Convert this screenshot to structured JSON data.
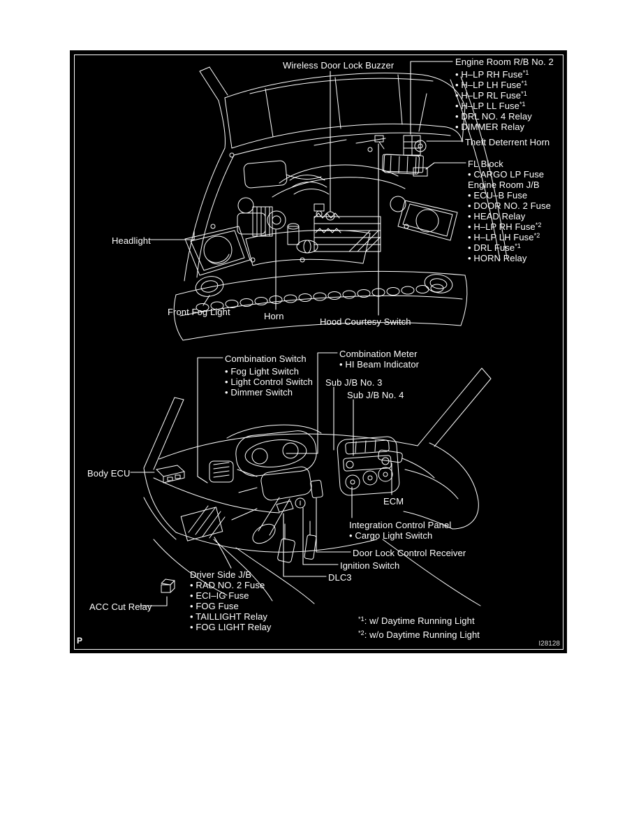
{
  "page": {
    "background": "#ffffff"
  },
  "panel": {
    "background": "#000000",
    "line_color": "#ffffff",
    "corner_mark": "P",
    "figure_id": "I28128"
  },
  "engine_view": {
    "wireless_door_lock_buzzer": "Wireless Door Lock Buzzer",
    "engine_room_rb": {
      "title": "Engine Room R/B No. 2",
      "items": [
        "• H–LP RH Fuse*1",
        "• H–LP LH Fuse*1",
        "• H–LP RL Fuse*1",
        "• H–LP LL Fuse*1",
        "• DRL NO. 4 Relay",
        "• DIMMER Relay"
      ]
    },
    "theft_deterrent_horn": "Theft Deterrent Horn",
    "fl_block": {
      "title": "FL Block",
      "items": [
        "• CARGO LP Fuse"
      ]
    },
    "engine_room_jb": {
      "title": "Engine Room J/B",
      "items": [
        "• ECU–B Fuse",
        "• DOOR NO. 2 Fuse",
        "• HEAD Relay",
        "• H–LP RH Fuse*2",
        "• H–LP LH Fuse*2",
        "• DRL Fuse*1",
        "• HORN Relay"
      ]
    },
    "headlight": "Headlight",
    "front_fog_light": "Front Fog Light",
    "horn": "Horn",
    "hood_courtesy_switch": "Hood Courtesy Switch"
  },
  "dash_view": {
    "combination_switch": {
      "title": "Combination Switch",
      "items": [
        "• Fog Light Switch",
        "• Light Control Switch",
        "• Dimmer Switch"
      ]
    },
    "combination_meter": {
      "title": "Combination Meter",
      "items": [
        "• HI Beam Indicator"
      ]
    },
    "sub_jb_no3": "Sub J/B No. 3",
    "sub_jb_no4": "Sub J/B No. 4",
    "body_ecu": "Body ECU",
    "ecm": "ECM",
    "integration_control_panel": {
      "title": "Integration Control Panel",
      "items": [
        "• Cargo Light Switch"
      ]
    },
    "door_lock_control_receiver": "Door Lock Control Receiver",
    "ignition_switch": "Ignition Switch",
    "dlc3": "DLC3",
    "driver_side_jb": {
      "title": "Driver Side J/B",
      "items": [
        "• RAD NO. 2 Fuse",
        "• ECI–IG Fuse",
        "• FOG Fuse",
        "• TAILLIGHT Relay",
        "• FOG LIGHT Relay"
      ]
    },
    "acc_cut_relay": "ACC Cut Relay"
  },
  "footnotes": [
    "*1: w/ Daytime Running Light",
    "*2: w/o Daytime Running Light"
  ]
}
